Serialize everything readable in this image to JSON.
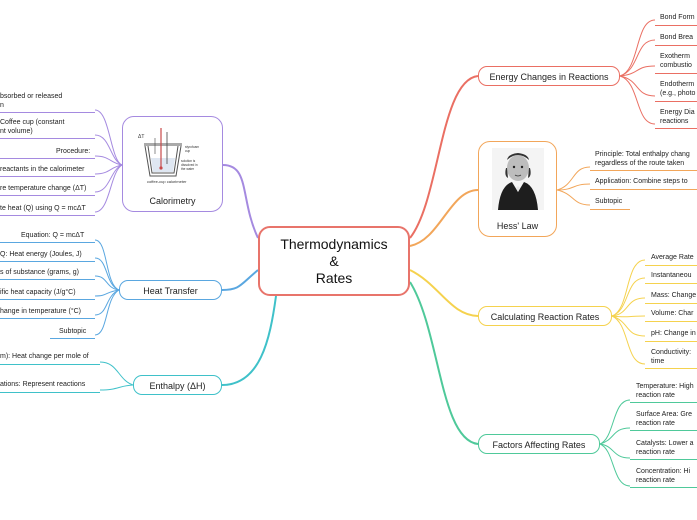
{
  "central": {
    "lines": [
      "Thermodynamics",
      "&",
      "Rates"
    ]
  },
  "colors": {
    "energy": "#ea6f63",
    "hess": "#f2a65a",
    "rates": "#f5d24e",
    "factors": "#4fc99a",
    "calorimetry": "#a58ae0",
    "heat": "#5aa7e0",
    "enthalpy": "#3fc1c9"
  },
  "branches": {
    "energy": {
      "title": "Energy Changes in Reactions",
      "items": [
        "Bond Form",
        "Bond Brea",
        "Exotherm",
        "combustio",
        "Endotherm",
        "(e.g., photo",
        "Energy Dia",
        "reactions"
      ]
    },
    "hess": {
      "title": "Hess' Law",
      "items": [
        "Principle: Total enthalpy chang",
        "regardless of the route taken",
        "Application: Combine steps to",
        "Subtopic"
      ]
    },
    "rates": {
      "title": "Calculating Reaction Rates",
      "items": [
        "Average Rate",
        "Instantaneou",
        "Mass: Change",
        "Volume: Char",
        "pH: Change in",
        "Conductivity:",
        "time"
      ]
    },
    "factors": {
      "title": "Factors Affecting Rates",
      "items": [
        "Temperature: High",
        "reaction rate",
        "Surface Area: Gre",
        "reaction rate",
        "Catalysts: Lower a",
        "reaction rate",
        "Concentration: Hi",
        "reaction rate"
      ]
    },
    "calorimetry": {
      "title": "Calorimetry",
      "items": [
        "bsorbed or released",
        "n",
        "Coffee cup (constant",
        "nt volume)",
        "Procedure:",
        "reactants in the calorimeter",
        "re temperature change (ΔT)",
        "te heat (Q) using Q = mcΔT"
      ],
      "figure": {
        "caption": "coffee-cup calorimeter",
        "delta": "ΔT",
        "label1": "styrofoam",
        "label2": "cup",
        "label3": "solution is",
        "label4": "dissolved in",
        "label5": "the water"
      }
    },
    "heat": {
      "title": "Heat Transfer",
      "items": [
        "Equation: Q = mcΔT",
        "Q: Heat energy (Joules, J)",
        "s of substance (grams, g)",
        "ific heat capacity (J/g°C)",
        "hange in temperature (°C)",
        "Subtopic"
      ]
    },
    "enthalpy": {
      "title": "Enthalpy (ΔH)",
      "items": [
        "m): Heat change per mole of",
        "ations: Represent reactions"
      ]
    }
  }
}
